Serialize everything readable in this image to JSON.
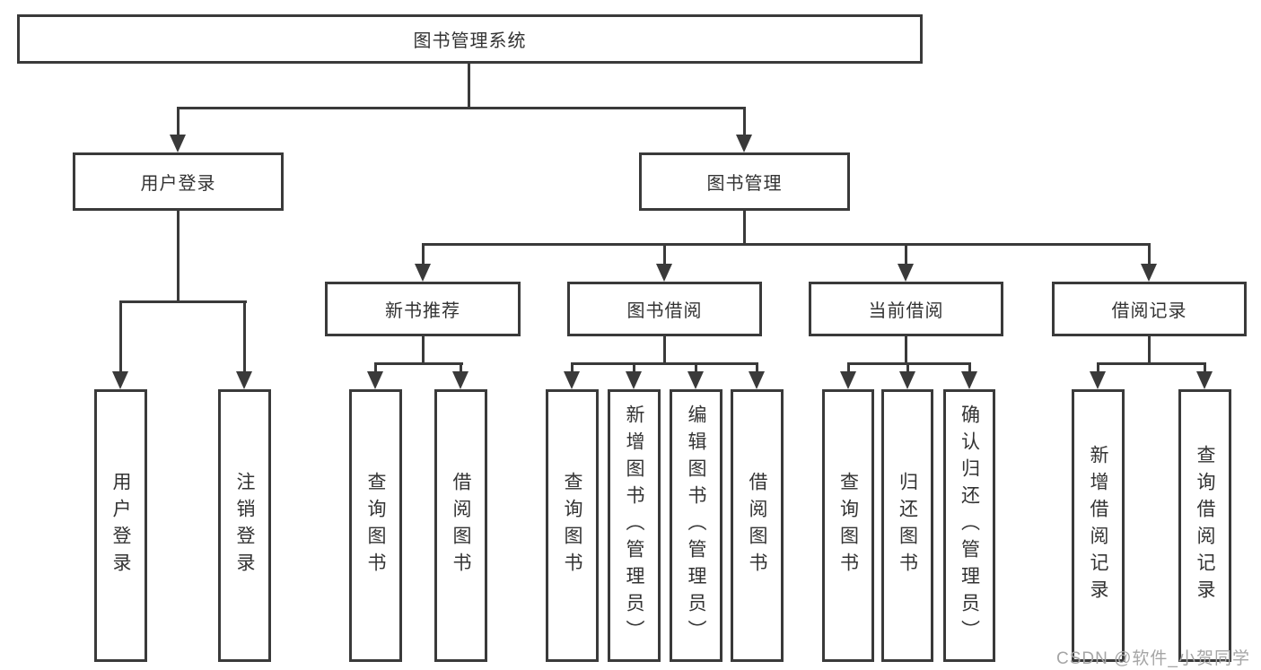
{
  "tree": {
    "root": "图书管理系统",
    "branches": [
      {
        "label": "用户登录",
        "children": [
          "用户登录",
          "注销登录"
        ]
      },
      {
        "label": "图书管理",
        "groups": [
          {
            "label": "新书推荐",
            "children": [
              "查询图书",
              "借阅图书"
            ]
          },
          {
            "label": "图书借阅",
            "children": [
              "查询图书",
              "新增图书（管理员）",
              "编辑图书（管理员）",
              "借阅图书"
            ]
          },
          {
            "label": "当前借阅",
            "children": [
              "查询图书",
              "归还图书",
              "确认归还（管理员）"
            ]
          },
          {
            "label": "借阅记录",
            "children": [
              "新增借阅记录",
              "查询借阅记录"
            ]
          }
        ]
      }
    ]
  },
  "watermark": {
    "text": "CSDN @软件_小贺同学"
  },
  "colors": {
    "line": "#3a3a3a",
    "text": "#333333",
    "watermark": "#a5a5a5"
  }
}
